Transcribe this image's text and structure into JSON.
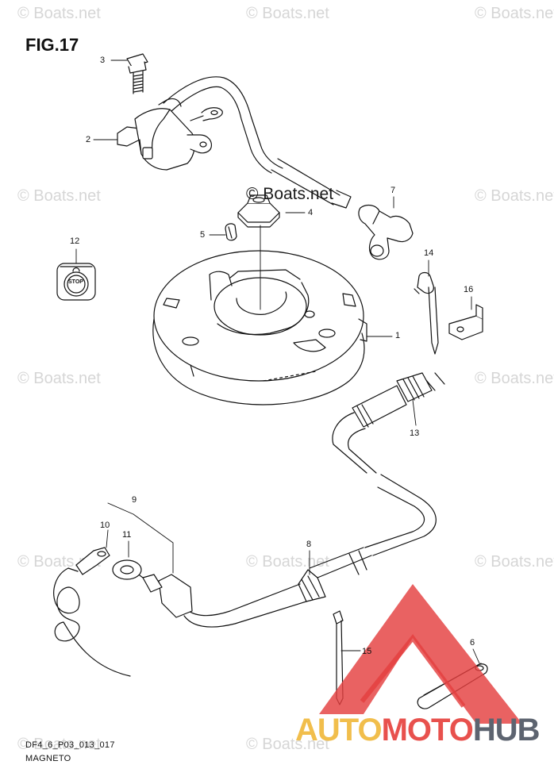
{
  "figure": {
    "title": "FIG.17",
    "code": "DF4_6_P03_013_017",
    "name": "MAGNETO"
  },
  "watermark": {
    "text": "© Boats.net",
    "center_text": "© Boats.net"
  },
  "stop_switch_label": "STOP",
  "callouts": {
    "c1": "1",
    "c2": "2",
    "c3": "3",
    "c4": "4",
    "c5": "5",
    "c6": "6",
    "c7": "7",
    "c8": "8",
    "c9": "9",
    "c10": "10",
    "c11": "11",
    "c12": "12",
    "c13": "13",
    "c14": "14",
    "c15": "15",
    "c16": "16"
  },
  "logo": {
    "part1": "AUTO",
    "part2": "MOTO",
    "part3": "HUB",
    "colors": {
      "auto": "#f1be4c",
      "moto": "#e8514d",
      "hub": "#5d6470"
    }
  }
}
